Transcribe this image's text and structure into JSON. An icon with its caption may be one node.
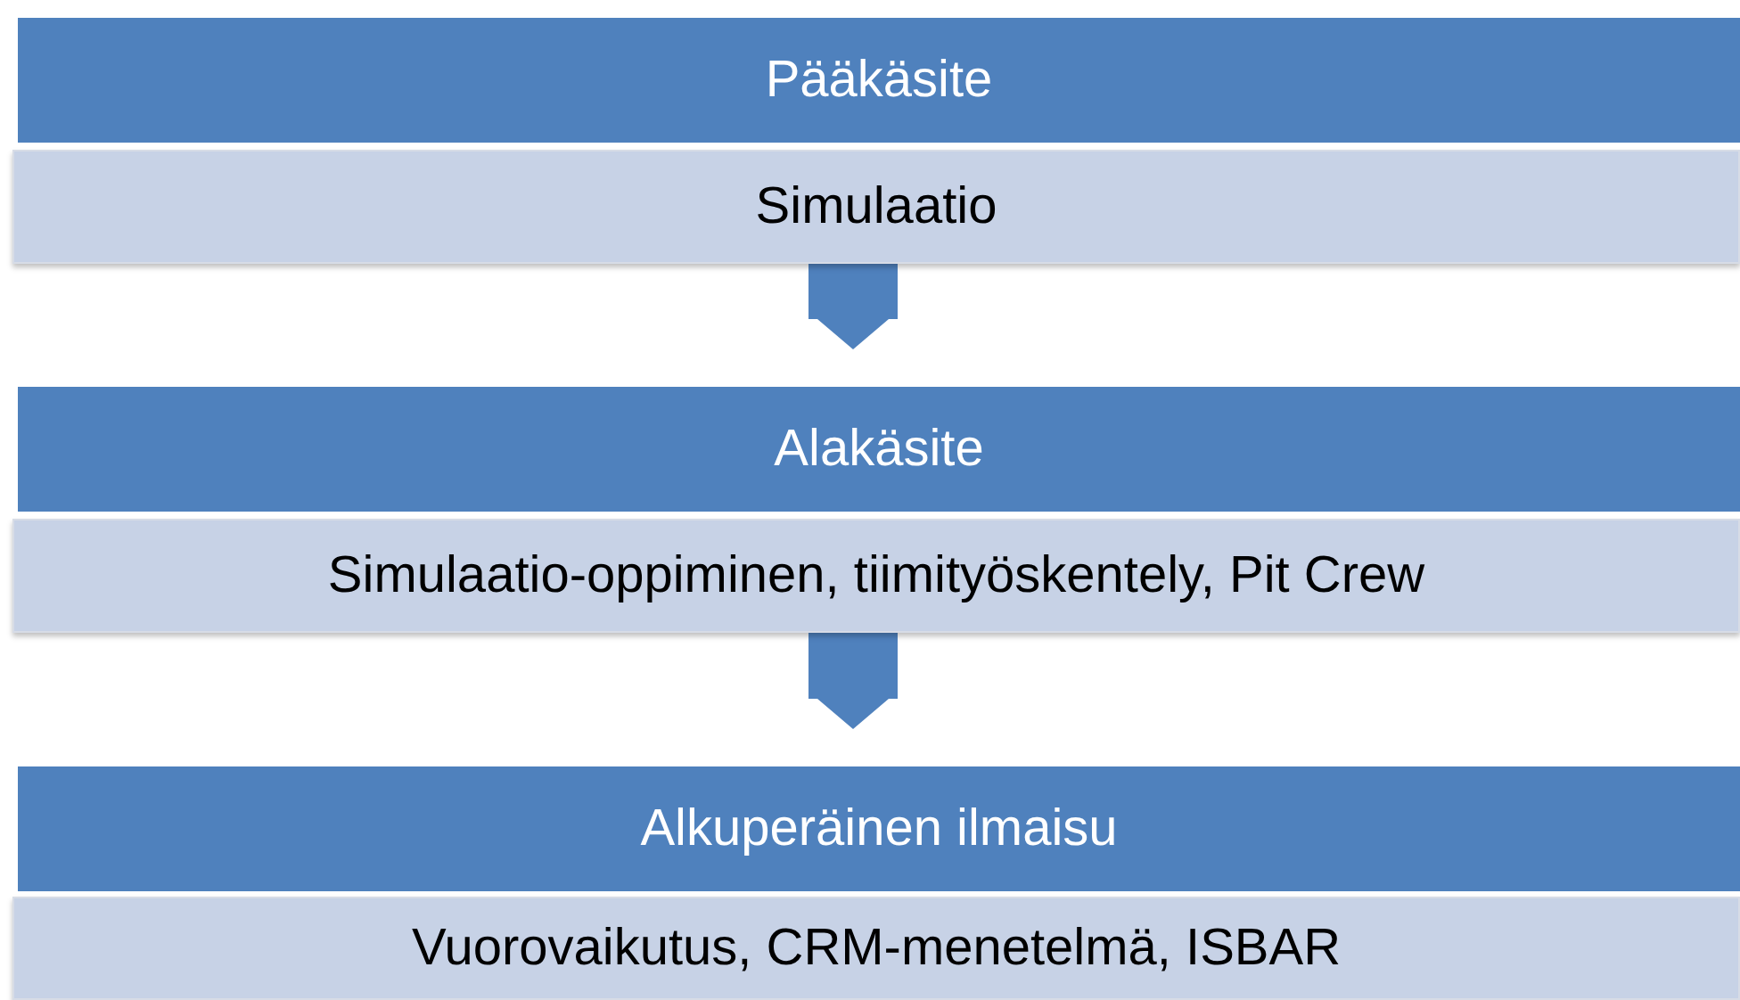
{
  "diagram": {
    "nodes": [
      {
        "text": [
          "Pääkäsite"
        ]
      },
      {
        "text": [
          "Simulaatio"
        ]
      },
      {
        "text": [
          "Alakäsite"
        ]
      },
      {
        "text": [
          "Simulaatio-oppiminen, tiimityöskentely, Pit Crew"
        ]
      },
      {
        "text": [
          "Alkuperäinen ilmaisu"
        ]
      },
      {
        "text": [
          "Vuorovaikutus, CRM-menetelmä, ISBAR"
        ]
      }
    ],
    "edges": [
      {
        "from": 1,
        "to": 2,
        "arrow": "to"
      },
      {
        "from": 3,
        "to": 4,
        "arrow": "to"
      }
    ]
  }
}
